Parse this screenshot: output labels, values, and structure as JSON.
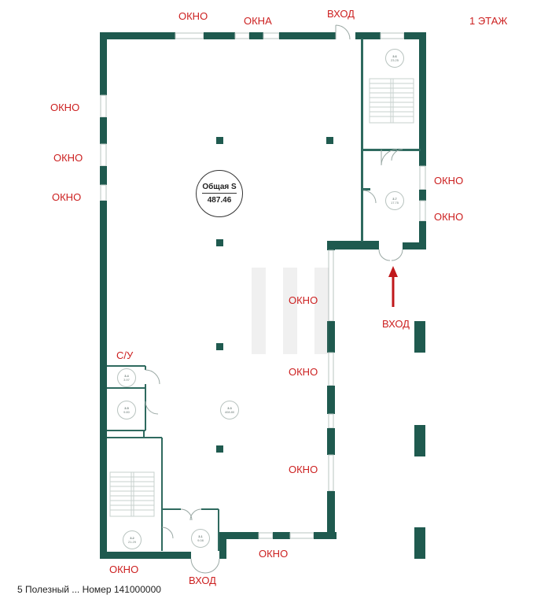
{
  "floor_label": "1 ЭТАЖ",
  "area_badge": {
    "title": "Общая S",
    "value": "487.46"
  },
  "labels": {
    "top_window_1": "ОКНО",
    "top_windows_2": "ОКНА",
    "top_entrance": "ВХОД",
    "left_window_1": "ОКНО",
    "left_window_2": "ОКНО",
    "left_window_3": "ОКНО",
    "right_window_1": "ОКНО",
    "right_window_2": "ОКНО",
    "side_entrance": "ВХОД",
    "inner_window_1": "ОКНО",
    "inner_window_2": "ОКНО",
    "inner_window_3": "ОКНО",
    "bottom_window_1": "ОКНО",
    "bottom_window_2": "ОКНО",
    "bottom_entrance": "ВХОД",
    "wc": "С/У"
  },
  "rooms": {
    "r36": {
      "num": "3.6",
      "area": "23.25"
    },
    "r37": {
      "num": "3.7",
      "area": "17.75"
    },
    "r34": {
      "num": "3.4",
      "area": "3.97"
    },
    "r35": {
      "num": "3.5",
      "area": "9.80"
    },
    "r33": {
      "num": "3.3",
      "area": "408.80"
    },
    "r32": {
      "num": "3.2",
      "area": "21.29"
    },
    "r31": {
      "num": "3.1",
      "area": "9.08"
    }
  },
  "footer_text": "5 Полезный ... Номер 141000000",
  "colors": {
    "wall": "#1f5a4f",
    "label_red": "#cc1f1f",
    "arrow": "#c0181b"
  }
}
